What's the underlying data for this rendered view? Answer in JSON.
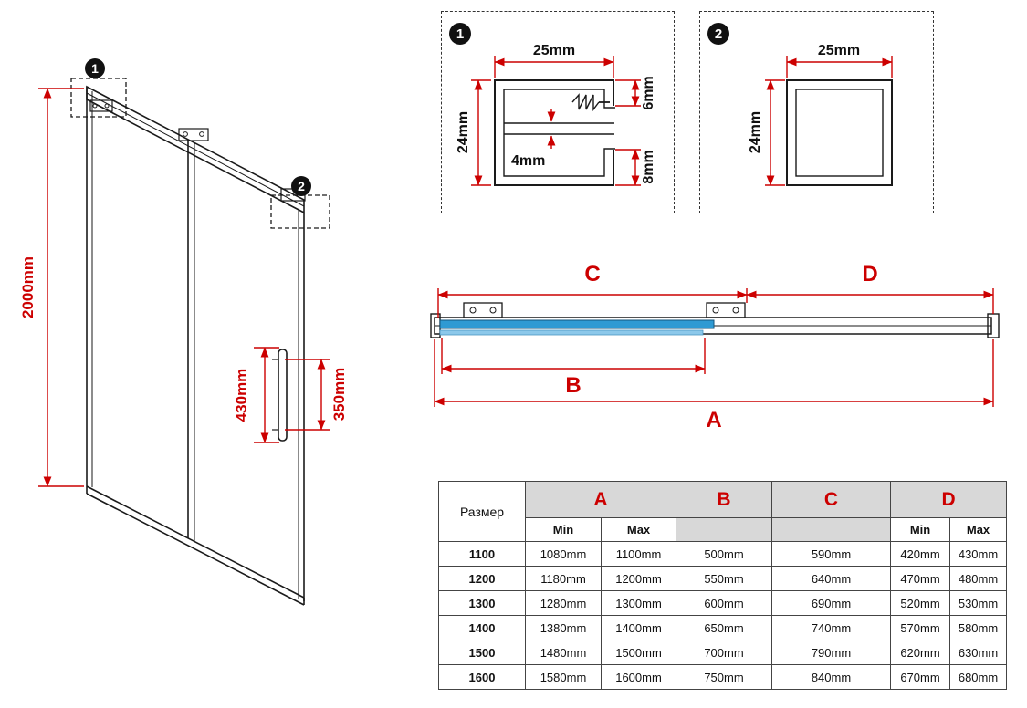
{
  "door_view": {
    "marker1": "1",
    "marker2": "2",
    "height_label": "2000mm",
    "handle_length_label": "430mm",
    "handle_spacing_label": "350mm"
  },
  "detail_1": {
    "marker": "1",
    "width_label": "25mm",
    "height_label": "24mm",
    "top_lip_label": "6mm",
    "slot_label": "4mm",
    "bottom_lip_label": "8mm"
  },
  "detail_2": {
    "marker": "2",
    "width_label": "25mm",
    "height_label": "24mm"
  },
  "track_view": {
    "dim_a_label": "A",
    "dim_b_label": "B",
    "dim_c_label": "C",
    "dim_d_label": "D"
  },
  "table": {
    "size_header": "Размер",
    "col_a_label": "A",
    "col_b_label": "B",
    "col_c_label": "C",
    "col_d_label": "D",
    "min_label": "Min",
    "max_label": "Max",
    "rows": [
      {
        "size": "1100",
        "a_min": "1080mm",
        "a_max": "1100mm",
        "b": "500mm",
        "c": "590mm",
        "d_min": "420mm",
        "d_max": "430mm"
      },
      {
        "size": "1200",
        "a_min": "1180mm",
        "a_max": "1200mm",
        "b": "550mm",
        "c": "640mm",
        "d_min": "470mm",
        "d_max": "480mm"
      },
      {
        "size": "1300",
        "a_min": "1280mm",
        "a_max": "1300mm",
        "b": "600mm",
        "c": "690mm",
        "d_min": "520mm",
        "d_max": "530mm"
      },
      {
        "size": "1400",
        "a_min": "1380mm",
        "a_max": "1400mm",
        "b": "650mm",
        "c": "740mm",
        "d_min": "570mm",
        "d_max": "580mm"
      },
      {
        "size": "1500",
        "a_min": "1480mm",
        "a_max": "1500mm",
        "b": "700mm",
        "c": "790mm",
        "d_min": "620mm",
        "d_max": "630mm"
      },
      {
        "size": "1600",
        "a_min": "1580mm",
        "a_max": "1600mm",
        "b": "750mm",
        "c": "840mm",
        "d_min": "670mm",
        "d_max": "680mm"
      }
    ]
  },
  "colors": {
    "dimension_red": "#cc0000",
    "glass_blue": "#2f9ad3",
    "glass_light_blue": "#8cc8ea",
    "table_header_gray": "#d8d8d8"
  }
}
